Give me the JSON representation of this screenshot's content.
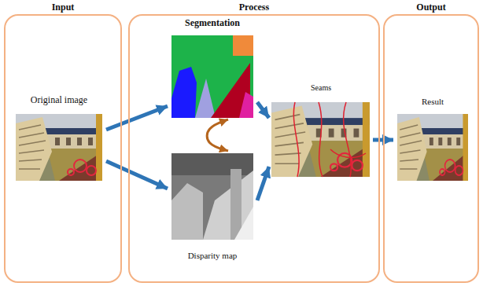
{
  "diagram": {
    "nodes": [
      {
        "text": [
          "Input"
        ]
      },
      {
        "text": [
          "Original image"
        ],
        "in": 0
      },
      {
        "text": [
          "Process"
        ]
      },
      {
        "text": [
          "Segmentation"
        ],
        "in": 2
      },
      {
        "text": [
          "Disparity map"
        ],
        "in": 2
      },
      {
        "text": [
          "Seams"
        ],
        "in": 2
      },
      {
        "text": [
          "Output"
        ]
      },
      {
        "text": [
          "Result"
        ],
        "in": 6
      }
    ],
    "edges": [
      {
        "from": 1,
        "to": 3,
        "arrow": "to"
      },
      {
        "from": 1,
        "to": 4,
        "arrow": "to"
      },
      {
        "from": 3,
        "to": 4,
        "arrow": "both"
      },
      {
        "from": 3,
        "to": 5,
        "arrow": "to"
      },
      {
        "from": 4,
        "to": 5,
        "arrow": "to"
      },
      {
        "from": 5,
        "to": 7,
        "arrow": "to"
      }
    ]
  }
}
